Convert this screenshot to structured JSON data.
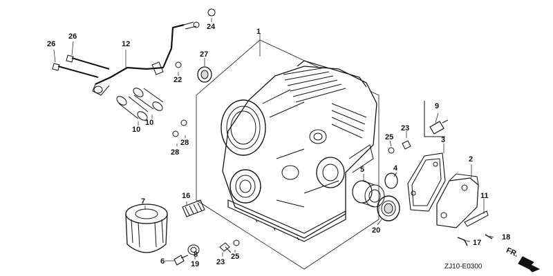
{
  "diagram_code": "ZJ10-E0300",
  "direction_label": "FR.",
  "callouts": [
    "1",
    "2",
    "3",
    "4",
    "5",
    "6",
    "7",
    "8",
    "9",
    "10",
    "10",
    "11",
    "12",
    "16",
    "17",
    "18",
    "19",
    "20",
    "22",
    "23",
    "23",
    "24",
    "25",
    "25",
    "26",
    "26",
    "27",
    "28",
    "28"
  ],
  "colors": {
    "ink": "#111111",
    "paper": "#ffffff",
    "shade": "#d9d9d9"
  }
}
